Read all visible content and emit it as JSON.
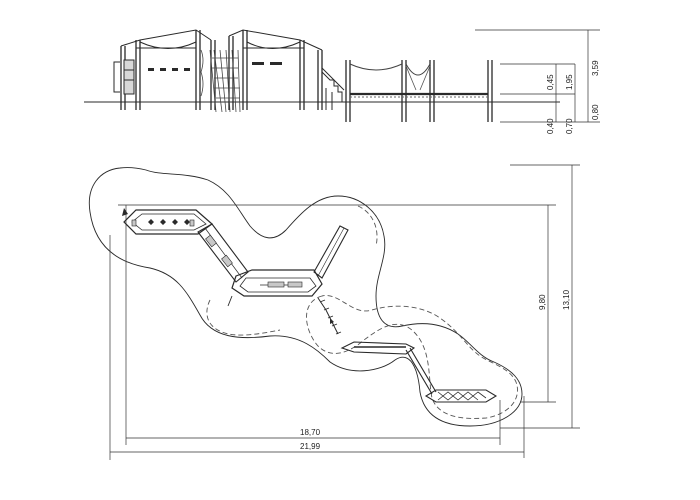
{
  "colors": {
    "line": "#2a2a2a",
    "light_line": "#6a6a6a",
    "accent_fill": "#c8c8c8",
    "background": "#ffffff"
  },
  "elevation": {
    "dims": {
      "d_045": "0,45",
      "d_195": "1,95",
      "d_359": "3,59",
      "d_040": "0,40",
      "d_070": "0,70",
      "d_080": "0,80"
    }
  },
  "plan": {
    "dims": {
      "width_inner": "18,70",
      "width_outer": "21,99",
      "height_inner": "9,80",
      "height_outer": "13,10"
    }
  }
}
